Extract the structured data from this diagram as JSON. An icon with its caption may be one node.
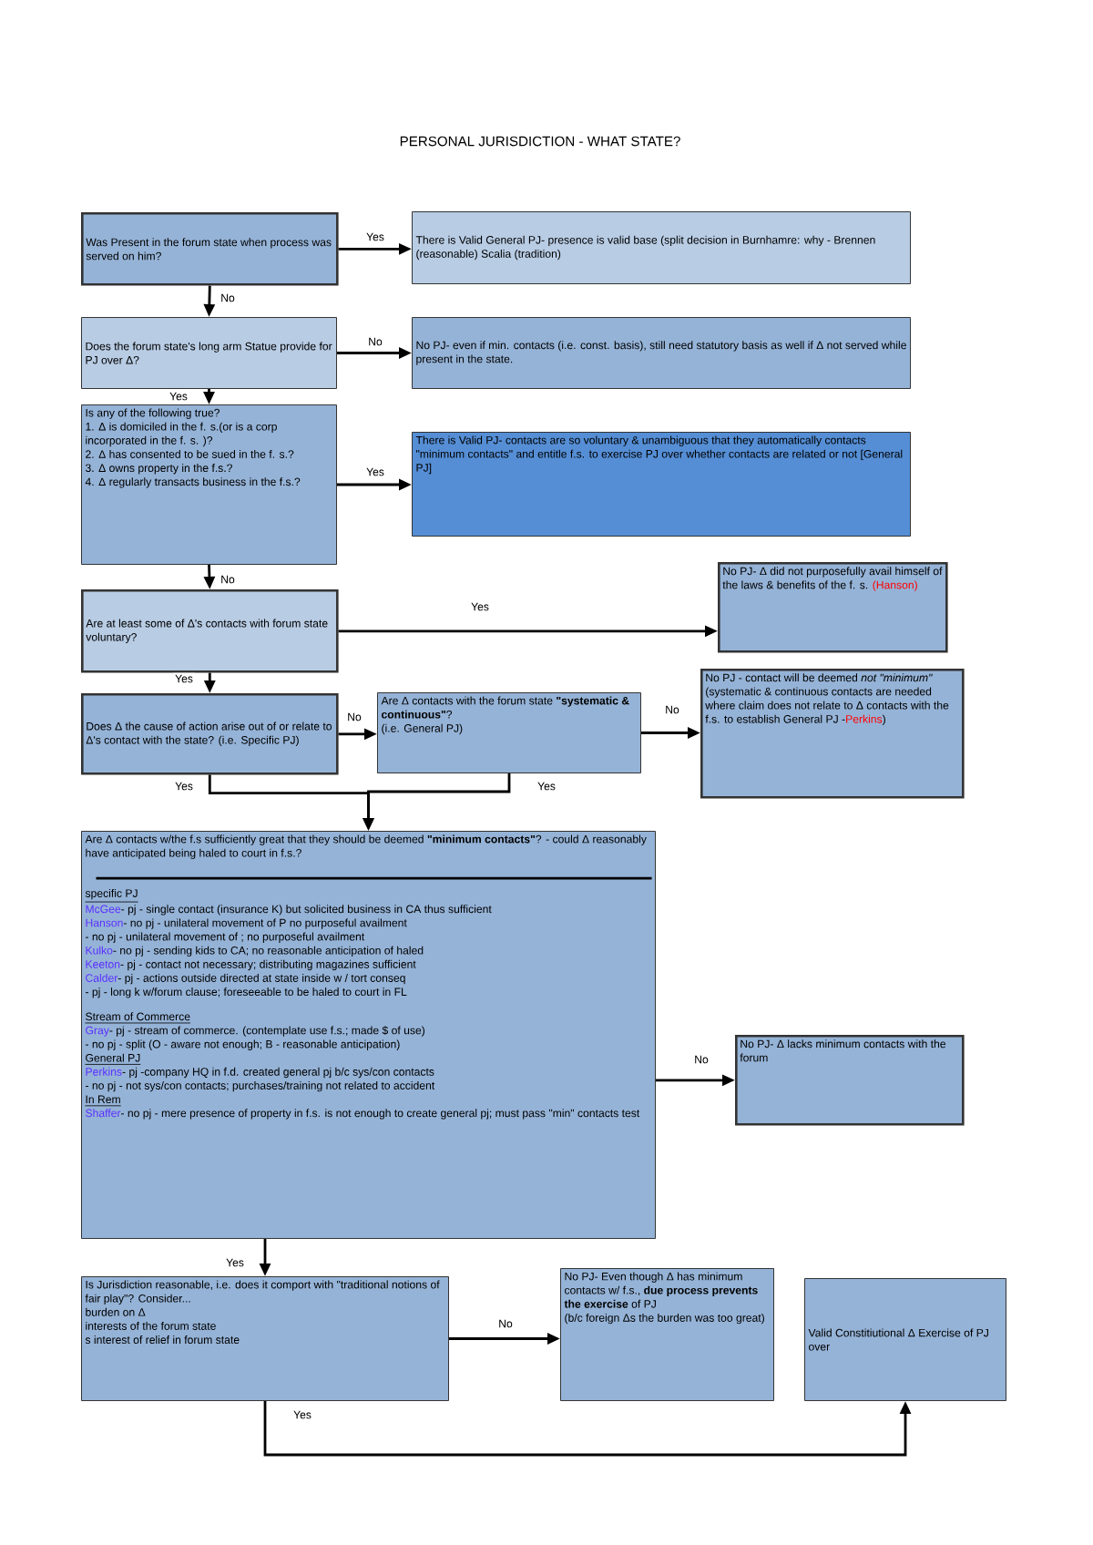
{
  "diagram": {
    "title": "PERSONAL JURISDICTION - WHAT STATE?",
    "nodes": [
      {
        "text": [
          "Was Present in the forum state when process was served on him?"
        ]
      },
      {
        "text": [
          "There is Valid General PJ- presence is valid base (split decision in Burnhamre: why - Brennen (reasonable) Scalia (tradition)"
        ]
      },
      {
        "text": [
          "Does the forum state's long arm Statue provide for PJ over Δ?"
        ]
      },
      {
        "text": [
          "No PJ- even if min. contacts (i.e. const. basis), still need statutory basis as well if Δ not served while present in the state."
        ]
      },
      {
        "text": [
          "Is any of the following true?",
          "1. Δ is domiciled in the f. s.(or is a corp incorporated in the f. s. )?",
          "2. Δ has consented to be sued in the f. s.?",
          "3. Δ owns property in the f.s.?",
          "4. Δ regularly transacts business in the f.s.?"
        ]
      },
      {
        "text": [
          "There is Valid PJ- contacts are so voluntary & unambiguous that they automatically contacts \"minimum contacts\" and entitle f.s. to exercise PJ over whether contacts are related or not [General PJ]"
        ]
      },
      {
        "text": [
          "Are at least some of Δ's contacts with forum state voluntary?"
        ]
      },
      {
        "text": [
          "No PJ- Δ did not purposefully avail himself of the laws & benefits of the f. s.",
          "(Hanson)"
        ]
      },
      {
        "text": [
          "Does Δ the cause of action arise out of or relate to Δ's contact with the state? (i.e. Specific PJ)"
        ]
      },
      {
        "text": [
          "Are Δ contacts with the forum state **\"systematic & continuous\"**?",
          "(i.e. General PJ)"
        ]
      },
      {
        "text": [
          "No PJ - contact will be deemed *not \"minimum\"*",
          "(systematic & continuous contacts are needed where claim does not relate to Δ contacts with the f.s. to establish General PJ -",
          "Perkins",
          ")"
        ]
      },
      {
        "text": [
          "Are Δ contacts w/the f.s sufficiently great that they should be deemed **\"minimum contacts\"**? - could Δ reasonably have anticipated being haled to court in f.s.?",
          "specific PJ",
          "McGee",
          "- pj - single contact (insurance K) but solicited business in CA thus sufficient",
          "Hanson",
          "- no pj - unilateral movement of P no purposeful availment",
          "- no pj - unilateral movement of ; no purposeful availment",
          "Kulko",
          "- no pj - sending kids to CA; no reasonable anticipation of haled",
          "Keeton",
          "- pj - contact not necessary; distributing magazines sufficient",
          "Calder",
          "- pj - actions outside directed at state inside w / tort conseq",
          "- pj - long k w/forum clause; foreseeable to be haled to court in FL",
          "Stream of Commerce",
          "Gray",
          "- pj - stream of commerce. (contemplate use f.s.; made $ of use)",
          "- no pj - split (O - aware not enough; B - reasonable anticipation)",
          "General PJ",
          "Perkins",
          "- pj -company HQ in f.d. created general pj b/c sys/con contacts",
          "- no pj - not sys/con contacts; purchases/training not related to accident",
          "In Rem",
          "Shaffer",
          "- no pj - mere presence of property in f.s. is not enough to create general pj; must pass \"min\" contacts test"
        ]
      },
      {
        "text": [
          "No PJ- Δ lacks minimum contacts with the forum"
        ]
      },
      {
        "text": [
          "Is Jurisdiction reasonable, i.e. does it comport with \"traditional notions of fair play\"? Consider...",
          "burden on Δ",
          "interests of the forum state",
          "s interest of relief in forum state"
        ]
      },
      {
        "text": [
          "No PJ- Even though Δ has minimum contacts w/ f.s., **due process prevents the exercise** of PJ",
          "(b/c foreign Δs the burden was too great)"
        ]
      },
      {
        "text": [
          "Valid Constitiutional Δ Exercise of PJ over"
        ]
      }
    ],
    "edges": [
      {
        "from": 0,
        "to": 1,
        "arrow": "to",
        "label": "Yes"
      },
      {
        "from": 0,
        "to": 2,
        "arrow": "to",
        "label": "No"
      },
      {
        "from": 2,
        "to": 3,
        "arrow": "to",
        "label": "No"
      },
      {
        "from": 2,
        "to": 4,
        "arrow": "to",
        "label": "Yes"
      },
      {
        "from": 4,
        "to": 5,
        "arrow": "to",
        "label": "Yes"
      },
      {
        "from": 4,
        "to": 6,
        "arrow": "to",
        "label": "No"
      },
      {
        "from": 6,
        "to": 7,
        "arrow": "to",
        "label": "Yes"
      },
      {
        "from": 6,
        "to": 8,
        "arrow": "to",
        "label": "Yes"
      },
      {
        "from": 8,
        "to": 9,
        "arrow": "to",
        "label": "No"
      },
      {
        "from": 9,
        "to": 10,
        "arrow": "to",
        "label": "No"
      },
      {
        "from": 8,
        "to": 11,
        "arrow": "to",
        "label": "Yes"
      },
      {
        "from": 9,
        "to": 11,
        "arrow": "to",
        "label": "Yes"
      },
      {
        "from": 11,
        "to": 12,
        "arrow": "to",
        "label": "No"
      },
      {
        "from": 11,
        "to": 13,
        "arrow": "to",
        "label": "Yes"
      },
      {
        "from": 13,
        "to": 14,
        "arrow": "to",
        "label": "No"
      },
      {
        "from": 13,
        "to": 15,
        "arrow": "to",
        "label": "Yes"
      }
    ]
  }
}
